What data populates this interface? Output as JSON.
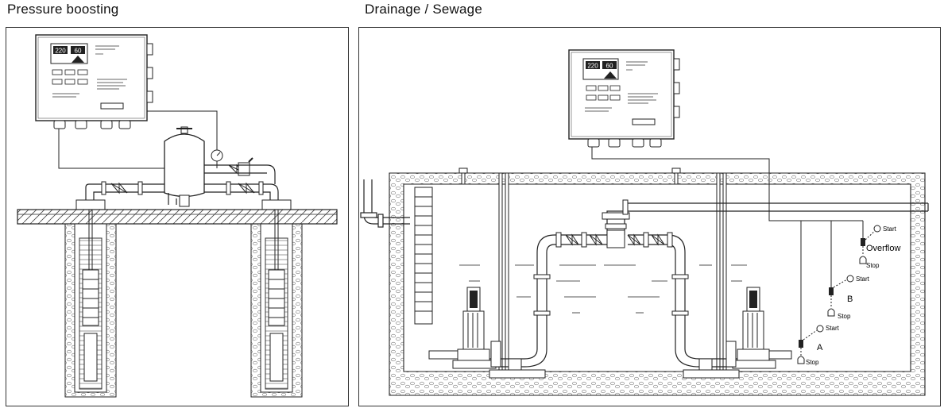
{
  "headings": {
    "left": "Pressure boosting",
    "right": "Drainage / Sewage"
  },
  "controller": {
    "display_left": "220",
    "display_right": "60"
  },
  "float_switches": {
    "overflow_label": "Overflow",
    "b_label": "B",
    "a_label": "A",
    "start": "Start",
    "stop": "Stop"
  }
}
